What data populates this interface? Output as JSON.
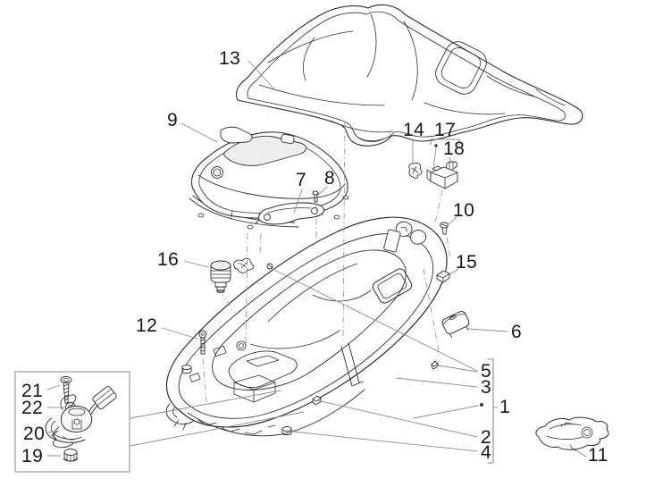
{
  "diagram": {
    "background": "#ffffff"
  },
  "style": {
    "part_line_color": "#2f2f2f",
    "leader_color": "#8c8c8c",
    "construction_color": "#9a9a9a",
    "label_color": "#161616",
    "inset_border_color": "#adadad"
  },
  "callouts": {
    "c1": "1",
    "c2": "2",
    "c3": "3",
    "c4": "4",
    "c5": "5",
    "c6": "6",
    "c7": "7",
    "c8": "8",
    "c9": "9",
    "c10": "10",
    "c11": "11",
    "c12": "12",
    "c13": "13",
    "c14": "14",
    "c15": "15",
    "c16": "16",
    "c17": "17",
    "c18": "18",
    "c19": "19",
    "c20": "20",
    "c21": "21",
    "c22": "22"
  }
}
